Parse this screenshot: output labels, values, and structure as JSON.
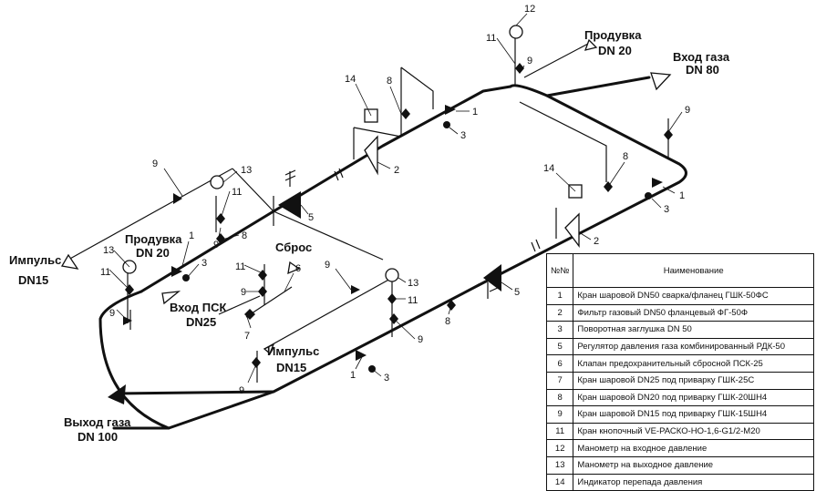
{
  "labels": {
    "vhod_gaza": "Вход газа",
    "vhod_gaza_dn": "DN 80",
    "produvka_top": "Продувка",
    "produvka_top_dn": "DN 20",
    "produvka_left": "Продувка",
    "produvka_left_dn": "DN 20",
    "impuls_left": "Импульс",
    "impuls_left_dn": "DN15",
    "impuls_mid": "Импульс",
    "impuls_mid_dn": "DN15",
    "sbros": "Сброс",
    "vhod_psk": "Вход ПСК",
    "vhod_psk_dn": "DN25",
    "vyhod_gaza": "Выход газа",
    "vyhod_gaza_dn": "DN 100"
  },
  "callouts": [
    "1",
    "1",
    "1",
    "1",
    "2",
    "2",
    "3",
    "3",
    "3",
    "3",
    "5",
    "5",
    "6",
    "7",
    "8",
    "8",
    "8",
    "8",
    "9",
    "9",
    "9",
    "9",
    "9",
    "9",
    "9",
    "9",
    "9",
    "11",
    "11",
    "11",
    "11",
    "11",
    "12",
    "13",
    "13",
    "13",
    "14",
    "14"
  ],
  "legend": {
    "col_num": "№№",
    "col_name": "Наименование",
    "rows": [
      {
        "n": "1",
        "name": "Кран шаровой DN50 сварка/фланец ГШК-50ФС"
      },
      {
        "n": "2",
        "name": "Фильтр газовый DN50 фланцевый ФГ-50Ф"
      },
      {
        "n": "3",
        "name": "Поворотная заглушка DN 50"
      },
      {
        "n": "5",
        "name": "Регулятор давления газа комбинированный РДК-50"
      },
      {
        "n": "6",
        "name": "Клапан предохранительный сбросной ПСК-25"
      },
      {
        "n": "7",
        "name": "Кран шаровой DN25 под приварку ГШК-25С"
      },
      {
        "n": "8",
        "name": "Кран шаровой DN20 под приварку ГШК-20ШН4"
      },
      {
        "n": "9",
        "name": "Кран шаровой DN15 под приварку  ГШК-15ШН4"
      },
      {
        "n": "11",
        "name": "Кран кнопочный VE-РАСКО-НО-1,6-G1/2-M20"
      },
      {
        "n": "12",
        "name": "Манометр на входное давление"
      },
      {
        "n": "13",
        "name": "Манометр на выходное давление"
      },
      {
        "n": "14",
        "name": "Индикатор перепада давления"
      }
    ]
  }
}
